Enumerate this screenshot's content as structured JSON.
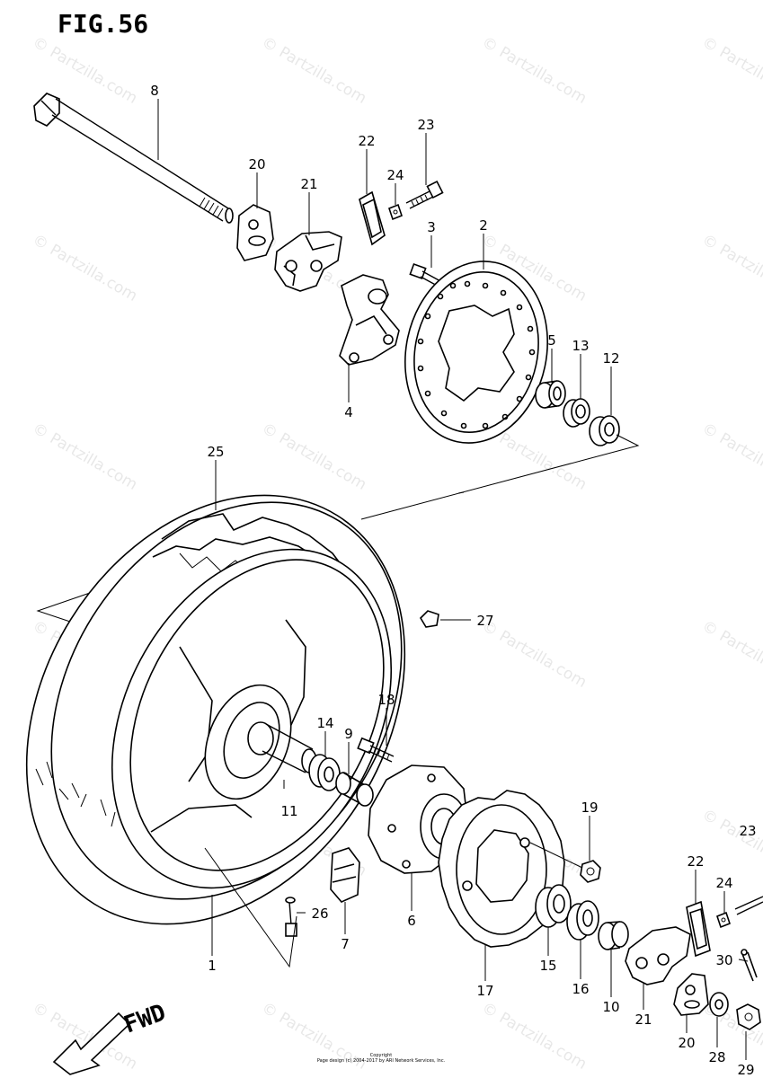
{
  "figure": {
    "title": "FIG.56",
    "direction_label": "FWD"
  },
  "watermark": {
    "text": "© Partzilla.com"
  },
  "footer": {
    "copyright": "Copyright",
    "fine_print": "Page design (c) 2004-2017 by ARI Network Services, Inc."
  },
  "callouts": {
    "c1": "1",
    "c2": "2",
    "c3": "3",
    "c4": "4",
    "c5": "5",
    "c6": "6",
    "c7": "7",
    "c8": "8",
    "c9": "9",
    "c10": "10",
    "c11": "11",
    "c12": "12",
    "c13": "13",
    "c14": "14",
    "c15": "15",
    "c16": "16",
    "c17": "17",
    "c18": "18",
    "c19": "19",
    "c20a": "20",
    "c20b": "20",
    "c21a": "21",
    "c21b": "21",
    "c22a": "22",
    "c22b": "22",
    "c23a": "23",
    "c23b": "23",
    "c24a": "24",
    "c24b": "24",
    "c25": "25",
    "c26": "26",
    "c27": "27",
    "c28": "28",
    "c29": "29",
    "c30": "30"
  }
}
